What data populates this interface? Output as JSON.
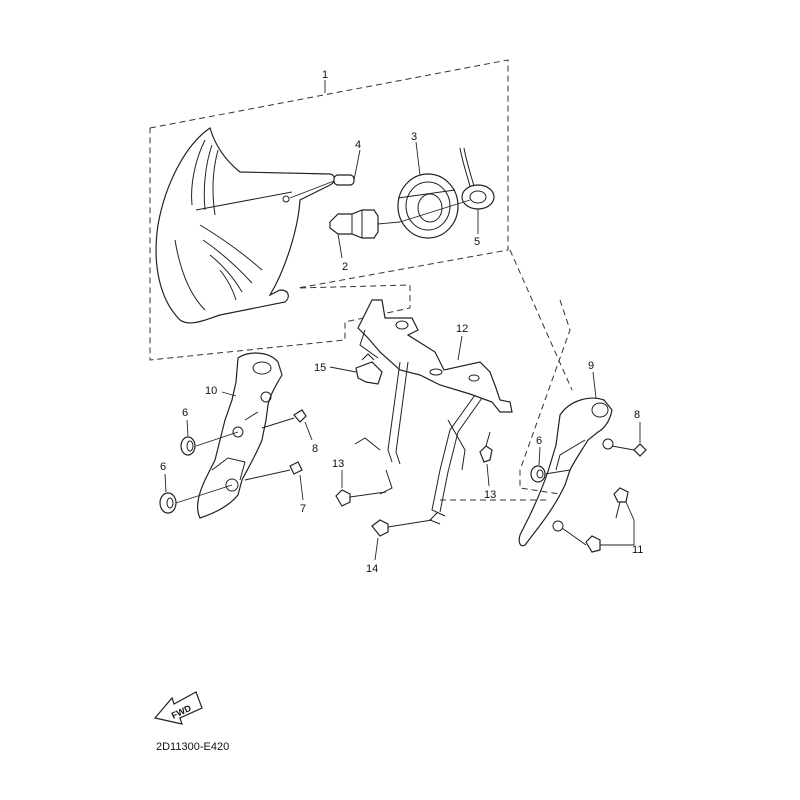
{
  "diagram": {
    "part_numbers": {
      "p1": "1",
      "p2": "2",
      "p3": "3",
      "p4": "4",
      "p5": "5",
      "p6a": "6",
      "p6b": "6",
      "p6c": "6",
      "p7": "7",
      "p8a": "8",
      "p8b": "8",
      "p9": "9",
      "p10": "10",
      "p11": "11",
      "p12": "12",
      "p13a": "13",
      "p13b": "13",
      "p14": "14",
      "p15": "15"
    },
    "fwd_label": "FWD",
    "drawing_code": "2D11300-E420"
  }
}
